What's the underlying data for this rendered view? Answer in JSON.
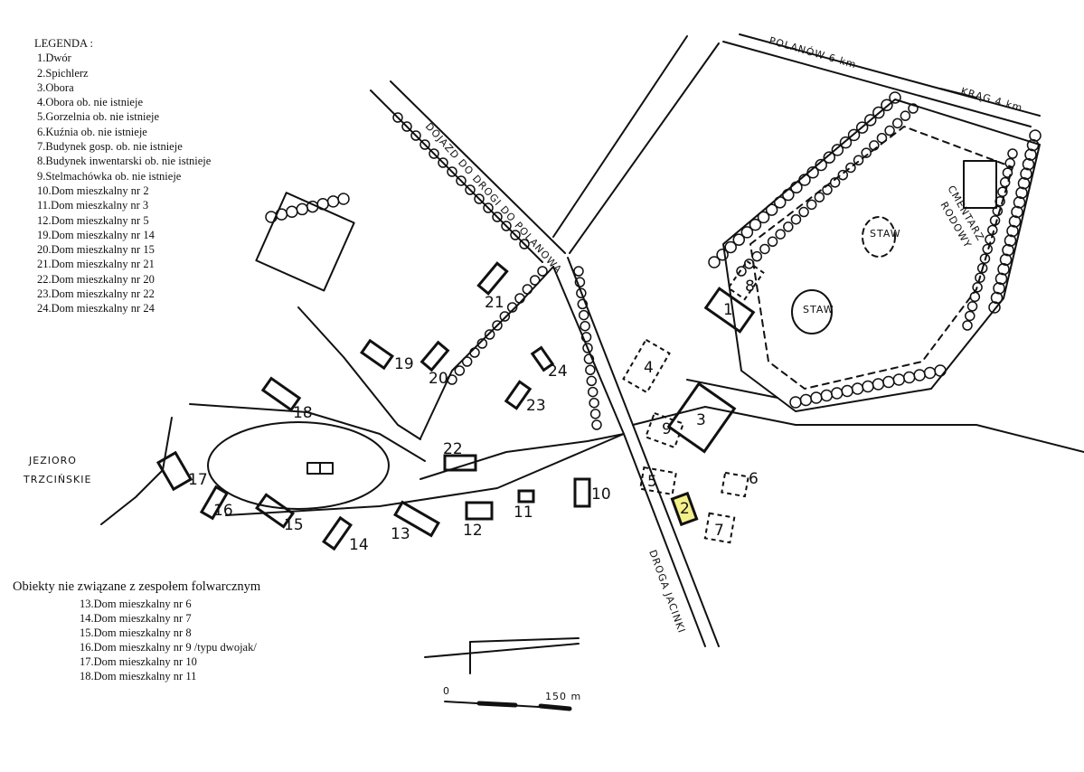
{
  "legend": {
    "title": "LEGENDA :",
    "items": [
      "1.Dwór",
      "2.Spichlerz",
      "3.Obora",
      "4.Obora ob. nie istnieje",
      "5.Gorzelnia ob. nie istnieje",
      "6.Kuźnia ob. nie istnieje",
      "7.Budynek gosp. ob. nie istnieje",
      "8.Budynek inwentarski ob. nie istnieje",
      "9.Stelmachówka  ob. nie istnieje",
      "10.Dom mieszkalny nr 2",
      "11.Dom mieszkalny nr 3",
      "12.Dom mieszkalny nr 5",
      "19.Dom mieszkalny nr 14",
      "20.Dom mieszkalny nr 15",
      "21.Dom mieszkalny nr 21",
      "22.Dom mieszkalny nr 20",
      "23.Dom mieszkalny nr 22",
      "24.Dom mieszkalny nr 24"
    ]
  },
  "other_objects": {
    "title": "Obiekty nie związane z zespołem folwarcznym",
    "items": [
      "13.Dom mieszkalny nr 6",
      "14.Dom mieszkalny nr 7",
      "15.Dom mieszkalny nr 8",
      "16.Dom mieszkalny nr 9 /typu dwojak/",
      "17.Dom mieszkalny nr 10",
      "18.Dom mieszkalny nr 11"
    ]
  },
  "map_labels": {
    "road_polanow": "POLANÓW 6 km",
    "road_krag": "KRĄG 4 km",
    "road_dojazd": "DOJAZD DO DROGI DO POLANOWA",
    "road_jacinki": "DROGA JACINKI",
    "lake": [
      "JEZIORO",
      "TRZCIŃSKIE"
    ],
    "cemetery": [
      "CMENTARZ",
      "RODOWY"
    ],
    "pond_1": "STAW",
    "pond_2": "STAW",
    "scale_start": "0",
    "scale_end": "150 m"
  },
  "highlight_color": "#f3f08a",
  "buildings": [
    {
      "label": "1"
    },
    {
      "label": "2"
    },
    {
      "label": "3"
    },
    {
      "label": "4"
    },
    {
      "label": "5"
    },
    {
      "label": "6"
    },
    {
      "label": "7"
    },
    {
      "label": "8"
    },
    {
      "label": "9"
    },
    {
      "label": "10"
    },
    {
      "label": "11"
    },
    {
      "label": "12"
    },
    {
      "label": "13"
    },
    {
      "label": "14"
    },
    {
      "label": "15"
    },
    {
      "label": "16"
    },
    {
      "label": "17"
    },
    {
      "label": "18"
    },
    {
      "label": "19"
    },
    {
      "label": "20"
    },
    {
      "label": "21"
    },
    {
      "label": "22"
    },
    {
      "label": "23"
    },
    {
      "label": "24"
    }
  ]
}
